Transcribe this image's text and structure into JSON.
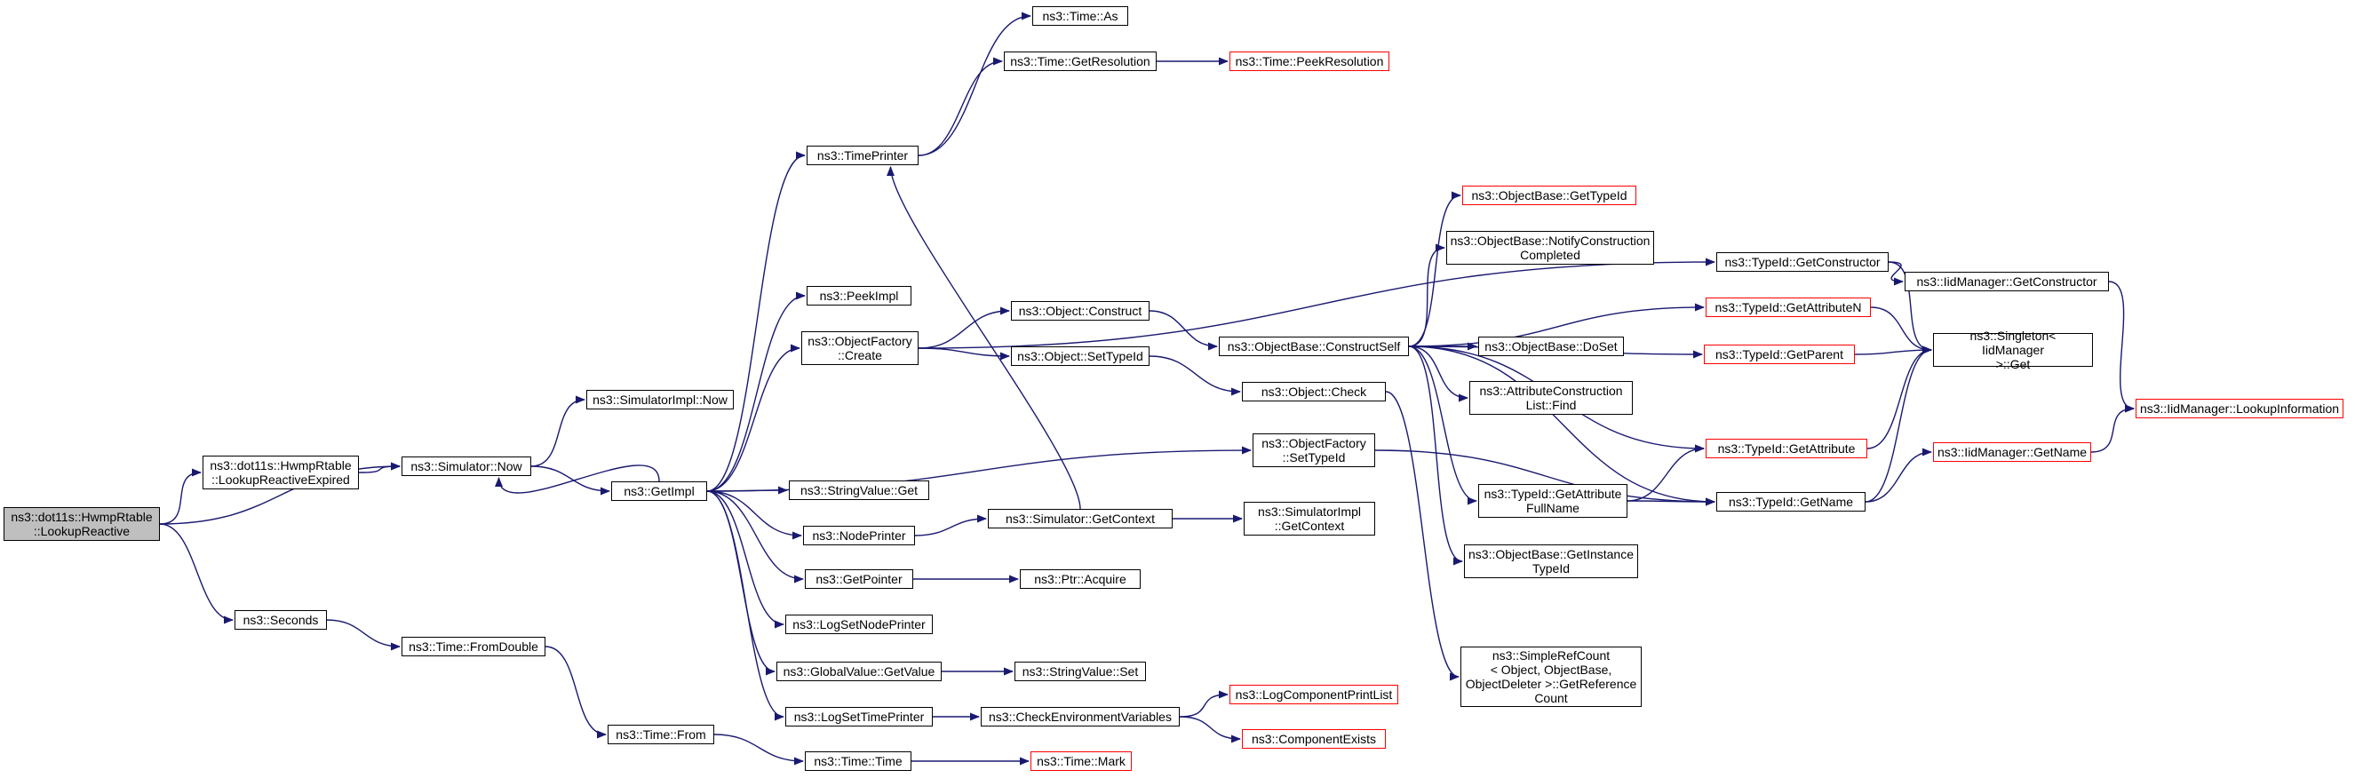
{
  "diagram": {
    "nodes": [
      {
        "id": "n0",
        "label": "ns3::dot11s::HwmpRtable\n::LookupReactive",
        "style": "root"
      },
      {
        "id": "n1",
        "label": "ns3::dot11s::HwmpRtable\n::LookupReactiveExpired",
        "style": "normal"
      },
      {
        "id": "n2",
        "label": "ns3::Simulator::Now",
        "style": "normal"
      },
      {
        "id": "n3",
        "label": "ns3::Seconds",
        "style": "normal"
      },
      {
        "id": "n4",
        "label": "ns3::SimulatorImpl::Now",
        "style": "normal"
      },
      {
        "id": "n5",
        "label": "ns3::GetImpl",
        "style": "normal"
      },
      {
        "id": "n6",
        "label": "ns3::Time::FromDouble",
        "style": "normal"
      },
      {
        "id": "n7",
        "label": "ns3::Time::From",
        "style": "normal"
      },
      {
        "id": "n8",
        "label": "ns3::TimePrinter",
        "style": "normal"
      },
      {
        "id": "n9",
        "label": "ns3::PeekImpl",
        "style": "normal"
      },
      {
        "id": "n10",
        "label": "ns3::ObjectFactory\n::Create",
        "style": "normal"
      },
      {
        "id": "n11",
        "label": "ns3::StringValue::Get",
        "style": "normal"
      },
      {
        "id": "n12",
        "label": "ns3::NodePrinter",
        "style": "normal"
      },
      {
        "id": "n13",
        "label": "ns3::GetPointer",
        "style": "normal"
      },
      {
        "id": "n14",
        "label": "ns3::LogSetNodePrinter",
        "style": "normal"
      },
      {
        "id": "n15",
        "label": "ns3::GlobalValue::GetValue",
        "style": "normal"
      },
      {
        "id": "n16",
        "label": "ns3::LogSetTimePrinter",
        "style": "normal"
      },
      {
        "id": "n17",
        "label": "ns3::Time::Time",
        "style": "normal"
      },
      {
        "id": "n18",
        "label": "ns3::Time::As",
        "style": "normal"
      },
      {
        "id": "n19",
        "label": "ns3::Time::GetResolution",
        "style": "normal"
      },
      {
        "id": "n20",
        "label": "ns3::Time::PeekResolution",
        "style": "red"
      },
      {
        "id": "n21",
        "label": "ns3::Object::Construct",
        "style": "normal"
      },
      {
        "id": "n22",
        "label": "ns3::Object::SetTypeId",
        "style": "normal"
      },
      {
        "id": "n23",
        "label": "ns3::Simulator::GetContext",
        "style": "normal"
      },
      {
        "id": "n24",
        "label": "ns3::Ptr::Acquire",
        "style": "normal"
      },
      {
        "id": "n25",
        "label": "ns3::StringValue::Set",
        "style": "normal"
      },
      {
        "id": "n26",
        "label": "ns3::CheckEnvironmentVariables",
        "style": "normal"
      },
      {
        "id": "n27",
        "label": "ns3::Time::Mark",
        "style": "red"
      },
      {
        "id": "n28",
        "label": "ns3::ObjectBase::ConstructSelf",
        "style": "normal"
      },
      {
        "id": "n29",
        "label": "ns3::Object::Check",
        "style": "normal"
      },
      {
        "id": "n30",
        "label": "ns3::ObjectFactory\n::SetTypeId",
        "style": "normal"
      },
      {
        "id": "n31",
        "label": "ns3::SimulatorImpl\n::GetContext",
        "style": "normal"
      },
      {
        "id": "n32",
        "label": "ns3::LogComponentPrintList",
        "style": "red"
      },
      {
        "id": "n33",
        "label": "ns3::ComponentExists",
        "style": "red"
      },
      {
        "id": "n34",
        "label": "ns3::ObjectBase::GetTypeId",
        "style": "red"
      },
      {
        "id": "n35",
        "label": "ns3::ObjectBase::NotifyConstruction\nCompleted",
        "style": "normal"
      },
      {
        "id": "n36",
        "label": "ns3::ObjectBase::DoSet",
        "style": "normal"
      },
      {
        "id": "n37",
        "label": "ns3::AttributeConstruction\nList::Find",
        "style": "normal"
      },
      {
        "id": "n38",
        "label": "ns3::TypeId::GetAttribute\nFullName",
        "style": "normal"
      },
      {
        "id": "n39",
        "label": "ns3::ObjectBase::GetInstance\nTypeId",
        "style": "normal"
      },
      {
        "id": "n40",
        "label": "ns3::SimpleRefCount\n< Object, ObjectBase,\n ObjectDeleter >::GetReference\nCount",
        "style": "normal"
      },
      {
        "id": "n41",
        "label": "ns3::TypeId::GetConstructor",
        "style": "normal"
      },
      {
        "id": "n42",
        "label": "ns3::TypeId::GetAttributeN",
        "style": "red"
      },
      {
        "id": "n43",
        "label": "ns3::TypeId::GetParent",
        "style": "red"
      },
      {
        "id": "n44",
        "label": "ns3::TypeId::GetAttribute",
        "style": "red"
      },
      {
        "id": "n45",
        "label": "ns3::TypeId::GetName",
        "style": "normal"
      },
      {
        "id": "n46",
        "label": "ns3::IidManager::GetConstructor",
        "style": "normal"
      },
      {
        "id": "n47",
        "label": "ns3::Singleton< IidManager\n >::Get",
        "style": "normal"
      },
      {
        "id": "n48",
        "label": "ns3::IidManager::GetName",
        "style": "red"
      },
      {
        "id": "n49",
        "label": "ns3::IidManager::LookupInformation",
        "style": "red"
      }
    ],
    "edges": [
      [
        "n0",
        "n1"
      ],
      [
        "n0",
        "n2"
      ],
      [
        "n0",
        "n3"
      ],
      [
        "n1",
        "n2"
      ],
      [
        "n2",
        "n4"
      ],
      [
        "n2",
        "n5"
      ],
      [
        "n3",
        "n6"
      ],
      [
        "n6",
        "n7"
      ],
      [
        "n7",
        "n17"
      ],
      [
        "n17",
        "n27"
      ],
      [
        "n5",
        "n8"
      ],
      [
        "n5",
        "n9"
      ],
      [
        "n5",
        "n10"
      ],
      [
        "n5",
        "n11"
      ],
      [
        "n5",
        "n12"
      ],
      [
        "n5",
        "n13"
      ],
      [
        "n5",
        "n14"
      ],
      [
        "n5",
        "n15"
      ],
      [
        "n5",
        "n16"
      ],
      [
        "n5",
        "n30"
      ],
      [
        "n5",
        "n2"
      ],
      [
        "n8",
        "n18"
      ],
      [
        "n8",
        "n19"
      ],
      [
        "n19",
        "n20"
      ],
      [
        "n10",
        "n21"
      ],
      [
        "n10",
        "n22"
      ],
      [
        "n10",
        "n41"
      ],
      [
        "n12",
        "n23"
      ],
      [
        "n23",
        "n31"
      ],
      [
        "n23",
        "n8"
      ],
      [
        "n13",
        "n24"
      ],
      [
        "n15",
        "n25"
      ],
      [
        "n16",
        "n26"
      ],
      [
        "n26",
        "n32"
      ],
      [
        "n26",
        "n33"
      ],
      [
        "n21",
        "n28"
      ],
      [
        "n22",
        "n29"
      ],
      [
        "n29",
        "n40"
      ],
      [
        "n28",
        "n34"
      ],
      [
        "n28",
        "n35"
      ],
      [
        "n28",
        "n36"
      ],
      [
        "n28",
        "n37"
      ],
      [
        "n28",
        "n38"
      ],
      [
        "n28",
        "n39"
      ],
      [
        "n28",
        "n42"
      ],
      [
        "n28",
        "n43"
      ],
      [
        "n28",
        "n44"
      ],
      [
        "n28",
        "n45"
      ],
      [
        "n30",
        "n45"
      ],
      [
        "n38",
        "n44"
      ],
      [
        "n38",
        "n45"
      ],
      [
        "n41",
        "n46"
      ],
      [
        "n41",
        "n47"
      ],
      [
        "n42",
        "n47"
      ],
      [
        "n43",
        "n47"
      ],
      [
        "n44",
        "n47"
      ],
      [
        "n45",
        "n47"
      ],
      [
        "n45",
        "n48"
      ],
      [
        "n46",
        "n49"
      ],
      [
        "n48",
        "n49"
      ]
    ]
  }
}
